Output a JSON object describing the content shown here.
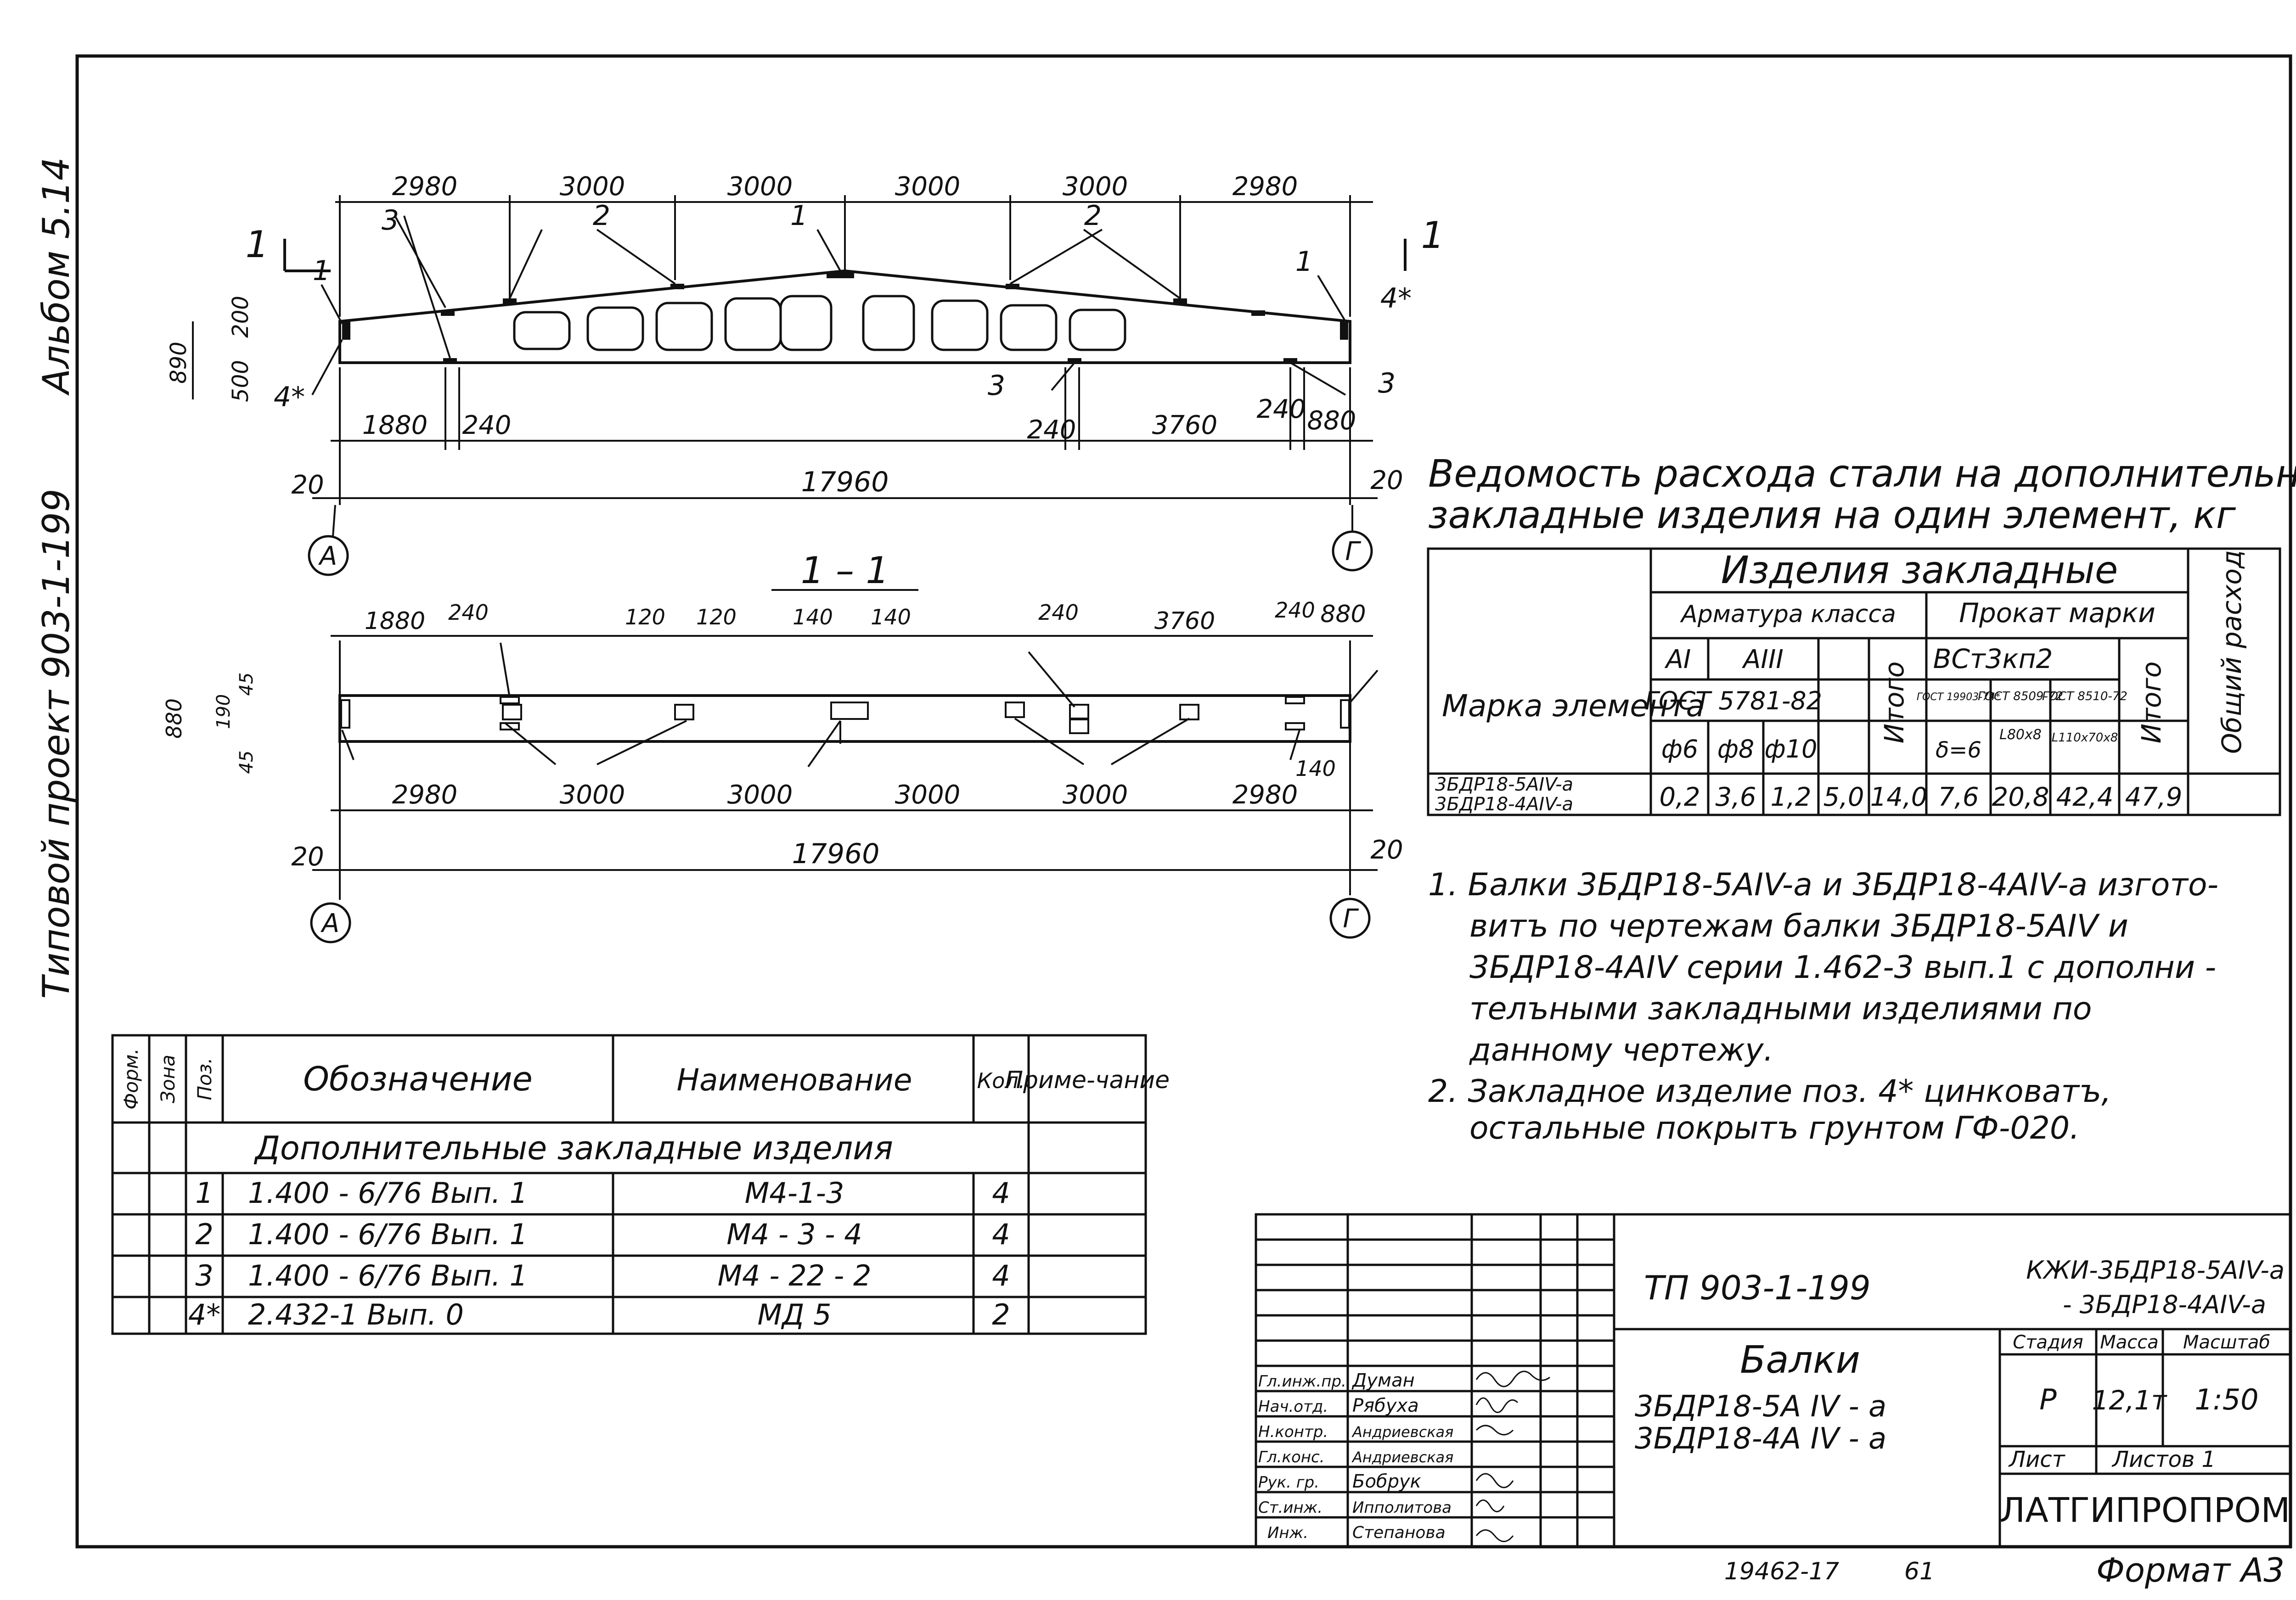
{
  "album": {
    "label": "Альбом 5.14",
    "project": "Типовой проект 903-1-199"
  },
  "elevation": {
    "top_dims": [
      "2980",
      "3000",
      "3000",
      "3000",
      "3000",
      "2980"
    ],
    "height_dims": [
      "890",
      "200",
      "500"
    ],
    "bottom_dims": [
      "1880",
      "240",
      "240",
      "3760",
      "240",
      "880"
    ],
    "total_dim": "17960",
    "edge_dim": "20",
    "axis_left": "А",
    "axis_right": "Г",
    "section_mark": "1",
    "callouts": [
      "1",
      "2",
      "3",
      "4*"
    ]
  },
  "section": {
    "title": "1 – 1",
    "top_dims": [
      "1880",
      "240",
      "120",
      "120",
      "140",
      "140",
      "240",
      "3760",
      "240",
      "880"
    ],
    "side_dims": [
      "880",
      "190",
      "45",
      "45"
    ],
    "bottom_dims": [
      "2980",
      "3000",
      "3000",
      "3000",
      "3000",
      "2980"
    ],
    "small_dim": "140",
    "total_dim": "17960",
    "edge_dim": "20",
    "axis_left": "А",
    "axis_right": "Г"
  },
  "steel": {
    "title_line1": "Ведомость расхода стали на дополнительные",
    "title_line2": "закладные изделия на один элемент, кг",
    "h_mark": "Марка элемента",
    "h_items": "Изделия закладные",
    "h_armatura": "Арматура класса",
    "h_prokat": "Прокат марки",
    "h_total": "Общий расход",
    "h_ai": "АI",
    "h_aiii": "АIII",
    "h_itogo": "Итого",
    "h_vst": "ВСт3кп2",
    "h_gost_a": "ГОСТ 5781-82",
    "h_gost1": "ГОСТ 19903-74*",
    "h_gost2": "ГОСТ 8509-72",
    "h_gost3": "ГОСТ 8510-72",
    "h_d6": "ф6",
    "h_d8": "ф8",
    "h_d10": "ф10",
    "h_delta": "δ=6",
    "h_l80": "L80х8",
    "h_l110": "L110х70х8",
    "mark1": "3БДР18-5АIV-а",
    "mark2": "3БДР18-4АIV-а",
    "values": [
      "0,2",
      "3,6",
      "1,2",
      "5,0",
      "14,0",
      "7,6",
      "20,8",
      "42,4",
      "47,9"
    ]
  },
  "notes": {
    "n1_l1": "1.  Балки 3БДР18-5АIV-а и 3БДР18-4АIV-а изгото-",
    "n1_l2": "витъ по чертежам балки 3БДР18-5АIV и",
    "n1_l3": "3БДР18-4АIV серии 1.462-3 вып.1 с дополни -",
    "n1_l4": "телъными закладными изделиями по",
    "n1_l5": "данному чертежу.",
    "n2_l1": "2.  Закладное изделие поз. 4* цинковатъ,",
    "n2_l2": "остальные покрытъ грунтом ГФ-020."
  },
  "spec": {
    "h_form": "Форм.",
    "h_zone": "Зона",
    "h_pos": "Поз.",
    "h_oboz": "Обозначение",
    "h_name": "Наименование",
    "h_qty": "Кол.",
    "h_note": "Приме-чание",
    "section": "Дополнительные закладные изделия",
    "rows": [
      {
        "pos": "1",
        "oboz": "1.400 - 6/76   Вып. 1",
        "name": "М4-1-3",
        "qty": "4"
      },
      {
        "pos": "2",
        "oboz": "1.400 - 6/76   Вып. 1",
        "name": "М4 - 3 - 4",
        "qty": "4"
      },
      {
        "pos": "3",
        "oboz": "1.400 - 6/76   Вып. 1",
        "name": "М4 - 22 - 2",
        "qty": "4"
      },
      {
        "pos": "4*",
        "oboz": "2.432-1  Вып. 0",
        "name": "МД 5",
        "qty": "2"
      }
    ]
  },
  "stamp": {
    "project": "ТП 903-1-199",
    "code_l1": "КЖИ-3БДР18-5АIV-а",
    "code_l2": "- 3БДР18-4АIV-а",
    "title": "Балки",
    "sub1": "3БДР18-5А IV - а",
    "sub2": "3БДР18-4А IV - а",
    "h_stage": "Стадия",
    "h_mass": "Масса",
    "h_scale": "Масштаб",
    "stage": "Р",
    "mass": "12,1т",
    "scale": "1:50",
    "sheet": "Лист",
    "sheets": "Листов 1",
    "org": "ЛАТГИПРОПРОМ",
    "people": [
      {
        "role": "Гл.инж.пр.",
        "name": "Думан"
      },
      {
        "role": "Нач.отд.",
        "name": "Рябуха"
      },
      {
        "role": "Н.контр.",
        "name": "Андриевская"
      },
      {
        "role": "Гл.конс.",
        "name": "Андриевская"
      },
      {
        "role": "Рук. гр.",
        "name": "Бобрук"
      },
      {
        "role": "Ст.инж.",
        "name": "Ипполитова"
      },
      {
        "role": "Инж.",
        "name": "Степанова"
      }
    ]
  },
  "footer": {
    "num": "19462-17",
    "page": "61",
    "format": "Формат А3"
  }
}
